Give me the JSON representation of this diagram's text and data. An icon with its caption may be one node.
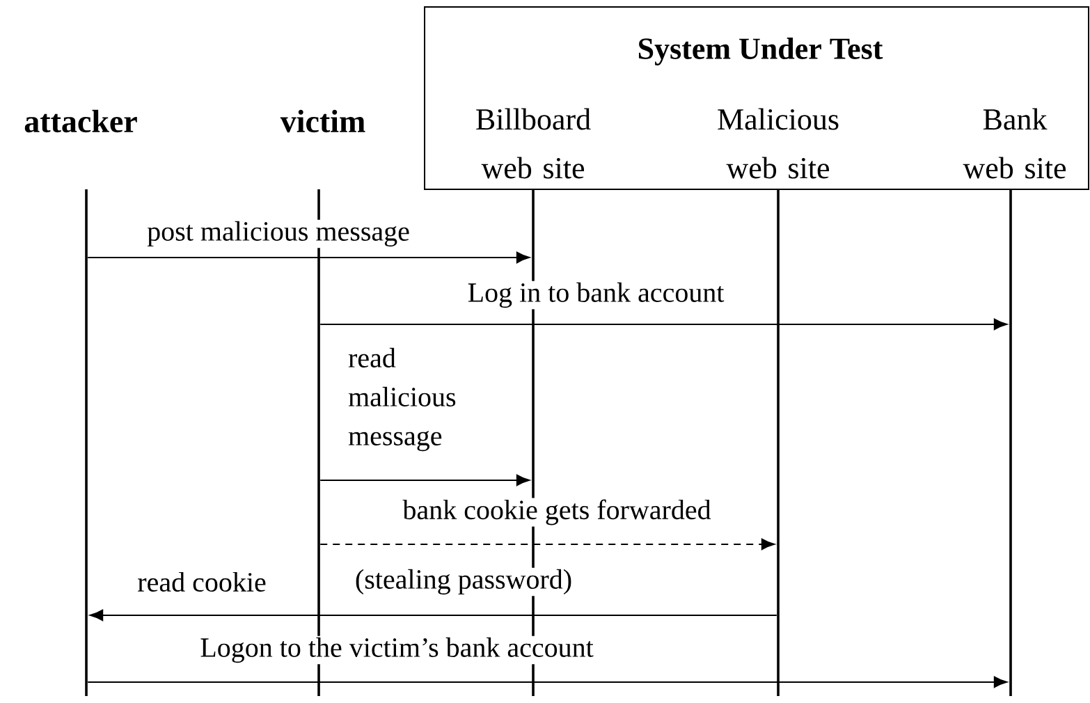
{
  "diagram": {
    "nodes": [
      {
        "text": [
          "attacker"
        ]
      },
      {
        "text": [
          "victim"
        ]
      },
      {
        "text": [
          "System Under Test"
        ]
      },
      {
        "text": [
          "Billboard web site"
        ],
        "in": 2
      },
      {
        "text": [
          "Malicious web site"
        ],
        "in": 2
      },
      {
        "text": [
          "Bank web site"
        ],
        "in": 2
      },
      {
        "text": [],
        "shape": "line"
      },
      {
        "text": [],
        "shape": "line"
      },
      {
        "text": [],
        "shape": "line"
      },
      {
        "text": [],
        "shape": "line"
      },
      {
        "text": [],
        "shape": "line"
      }
    ],
    "edges": [
      {
        "from": 6,
        "to": 8,
        "arrow": "to",
        "label": "post malicious message"
      },
      {
        "from": 7,
        "to": 10,
        "arrow": "to",
        "label": "Log in to bank account"
      },
      {
        "from": 7,
        "to": 8,
        "arrow": "to",
        "label": "read malicious message"
      },
      {
        "from": 7,
        "to": 9,
        "arrow": "to",
        "label": "bank cookie gets forwarded",
        "style": "dashed"
      },
      {
        "from": 9,
        "to": 6,
        "arrow": "to",
        "label": "read cookie"
      },
      {
        "from": 6,
        "to": 10,
        "arrow": "to",
        "label": "Logon to the victim’s bank account"
      }
    ],
    "labels": [
      "(stealing password)"
    ]
  }
}
